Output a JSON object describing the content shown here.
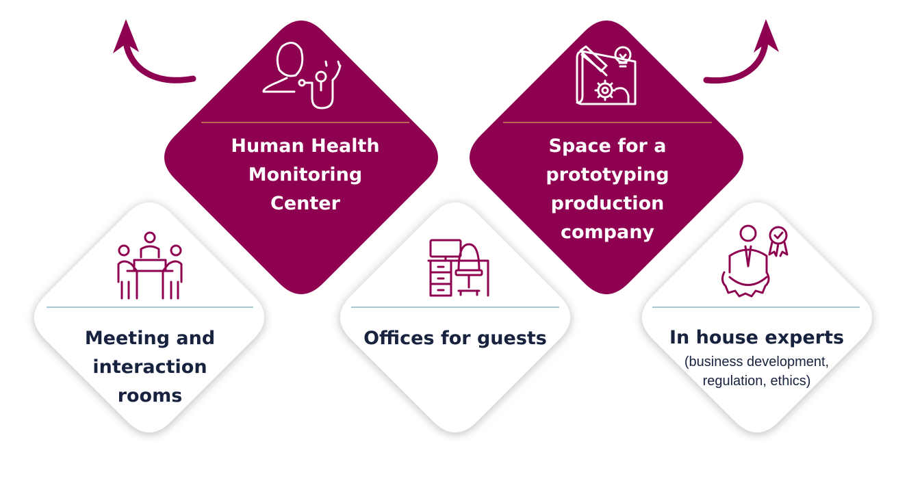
{
  "colors": {
    "accent": "#8e0050",
    "text_dark": "#17223f",
    "card_bg": "#ffffff",
    "divider": "#6fa8b8"
  },
  "cards": [
    {
      "id": "meeting",
      "style": "light-card",
      "icon": "meeting-table-icon",
      "lines": [
        "Meeting and",
        "interaction",
        "rooms"
      ]
    },
    {
      "id": "offices",
      "style": "light-card",
      "icon": "office-desk-icon",
      "lines": [
        "Offices for guests"
      ]
    },
    {
      "id": "experts",
      "style": "light-card",
      "icon": "expert-award-icon",
      "lines": [
        "In house experts"
      ],
      "sub": [
        "(business development,",
        "regulation, ethics)"
      ]
    },
    {
      "id": "health",
      "style": "accent-card",
      "icon": "doctor-stethoscope-icon",
      "lines": [
        "Human Health",
        "Monitoring",
        "Center"
      ]
    },
    {
      "id": "prototype",
      "style": "accent-card",
      "icon": "blueprint-idea-icon",
      "lines": [
        "Space for a",
        "prototyping",
        "production",
        "company"
      ]
    }
  ]
}
